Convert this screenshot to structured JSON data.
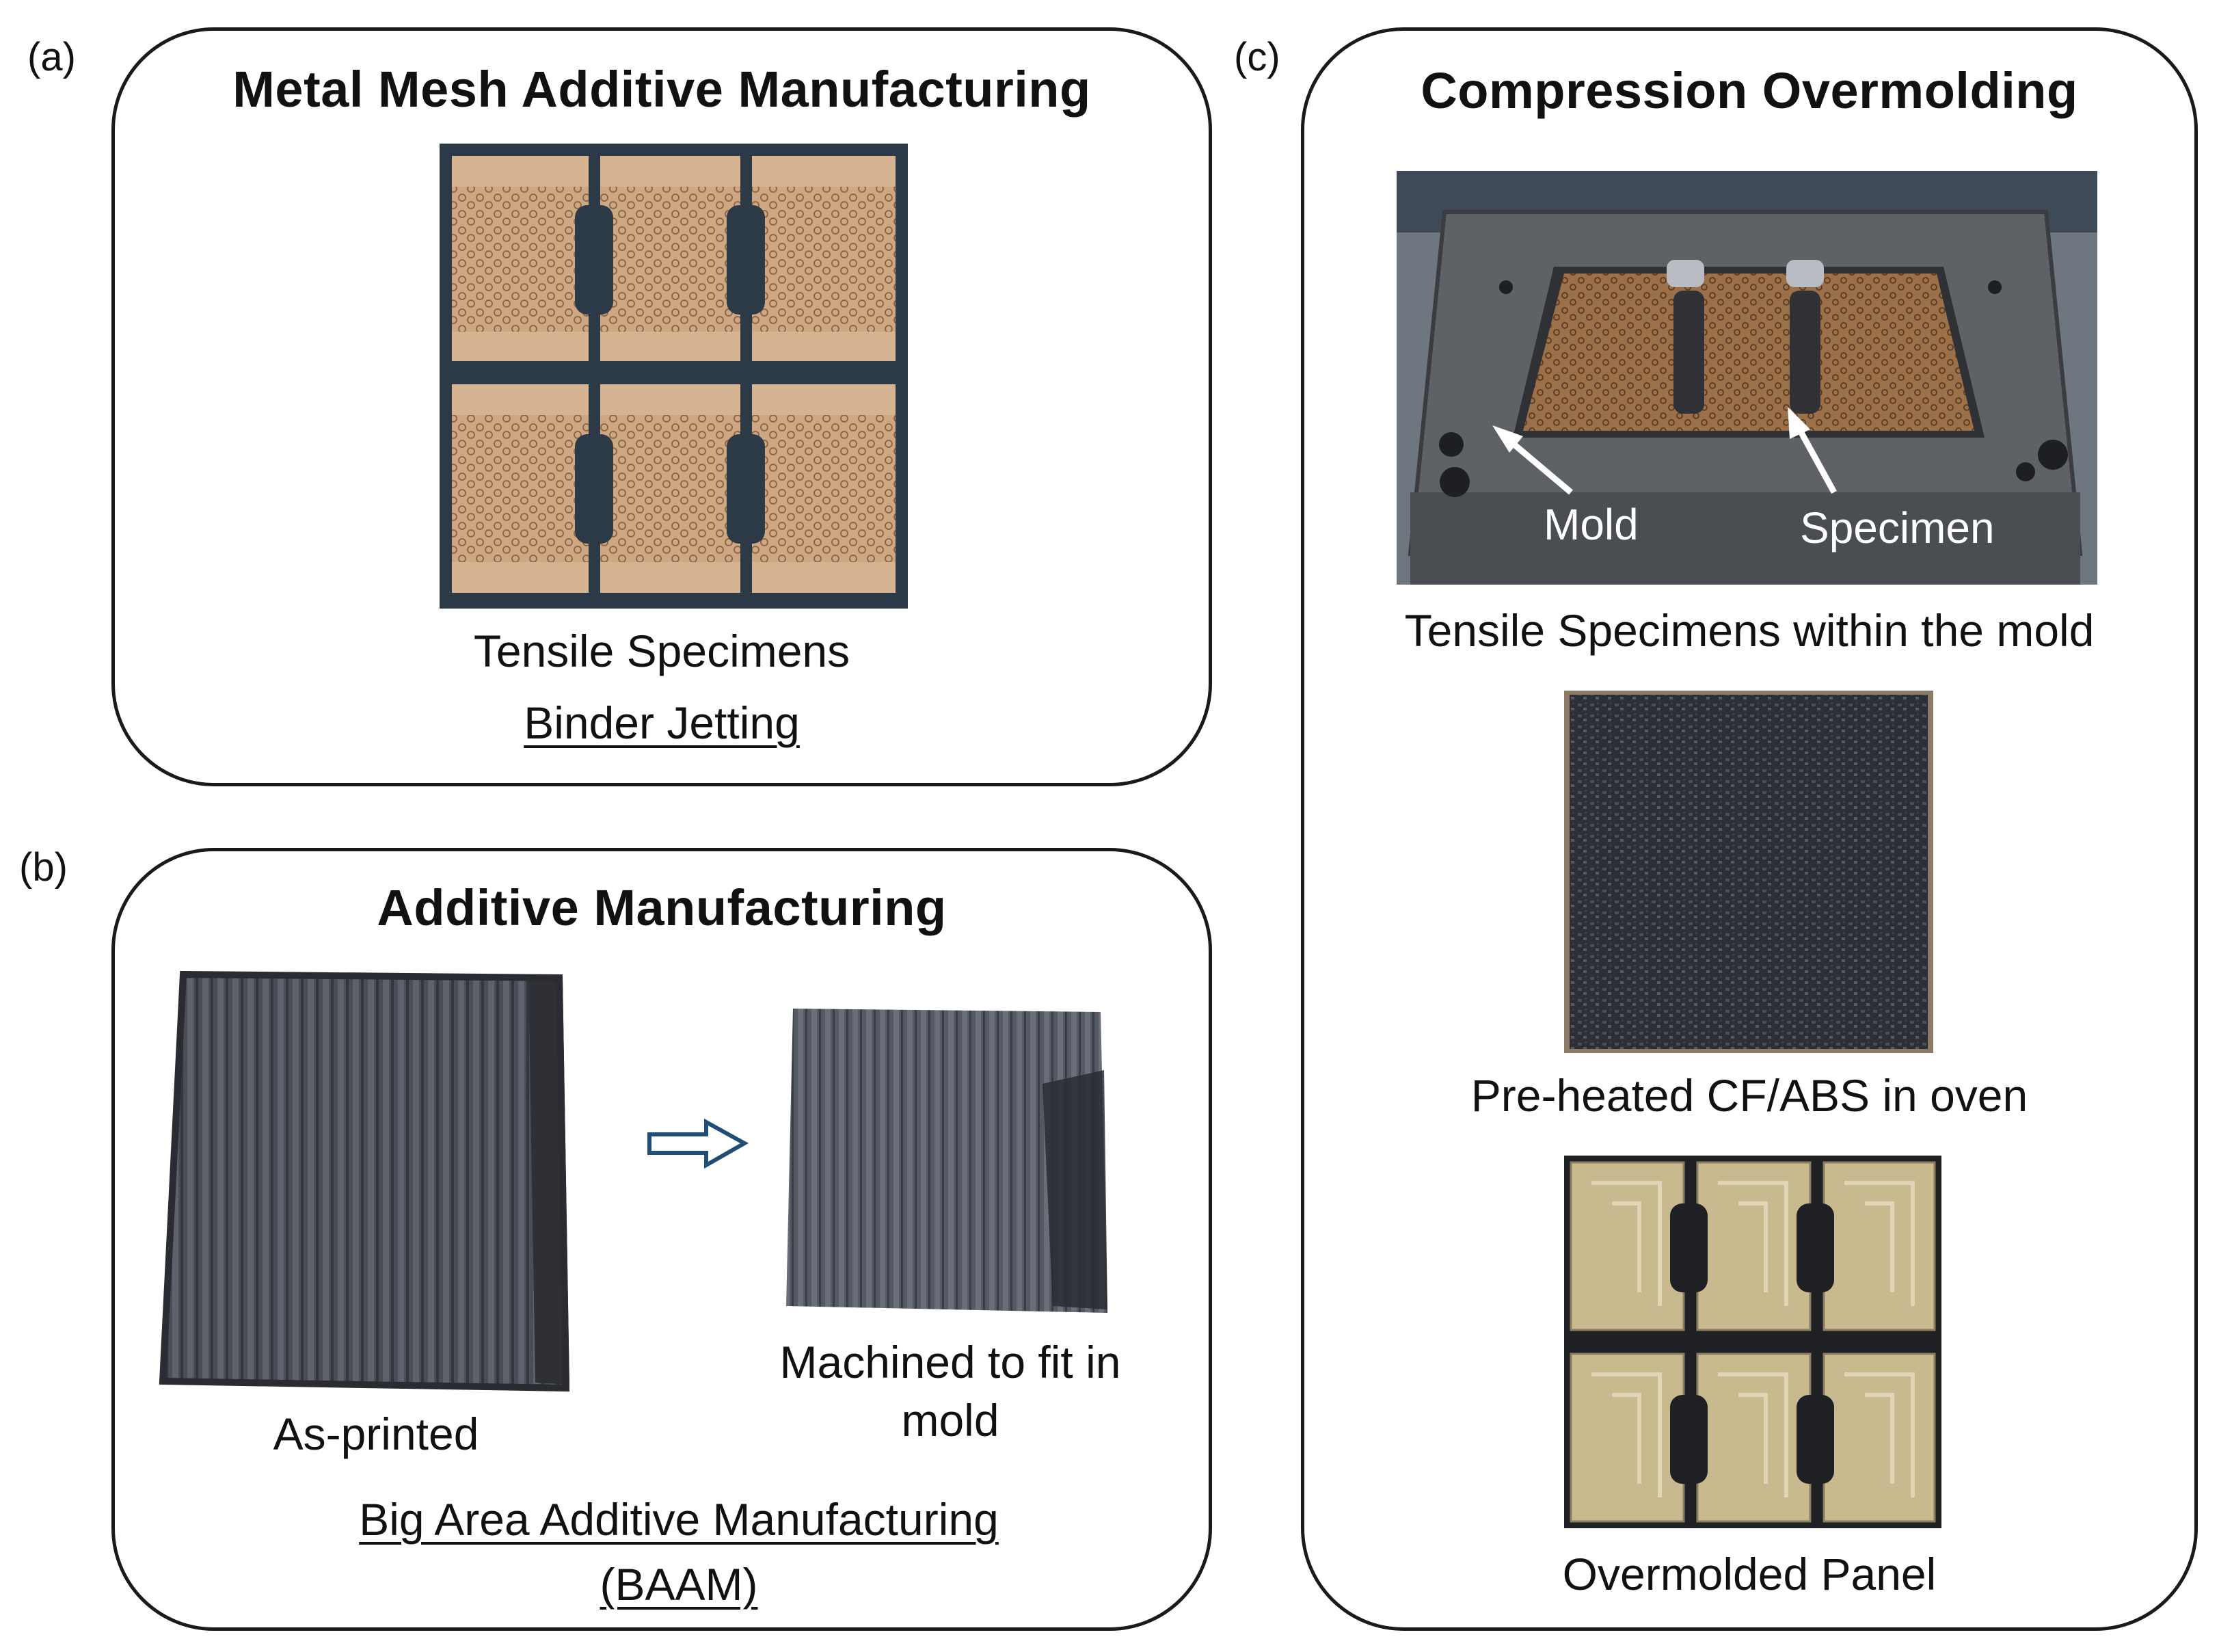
{
  "panels": {
    "a": {
      "label": "(a)",
      "title": "Metal Mesh Additive Manufacturing",
      "caption": "Tensile Specimens",
      "process": "Binder Jetting"
    },
    "b": {
      "label": "(b)",
      "title": "Additive Manufacturing",
      "left_caption": "As-printed",
      "right_caption_line1": "Machined to fit in",
      "right_caption_line2": "mold",
      "process_line1": "Big Area Additive Manufacturing",
      "process_line2": "(BAAM)"
    },
    "c": {
      "label": "(c)",
      "title": "Compression Overmolding",
      "photo1_label_mold": "Mold",
      "photo1_label_specimen": "Specimen",
      "caption1": "Tensile Specimens within the mold",
      "caption2": "Pre-heated CF/ABS in oven",
      "caption3": "Overmolded Panel"
    }
  },
  "colors": {
    "arrow_outline": "#1f4e79",
    "bronze": "#cfa882",
    "dark_backdrop": "#2b3a46",
    "carbon": "#3a3d44"
  }
}
